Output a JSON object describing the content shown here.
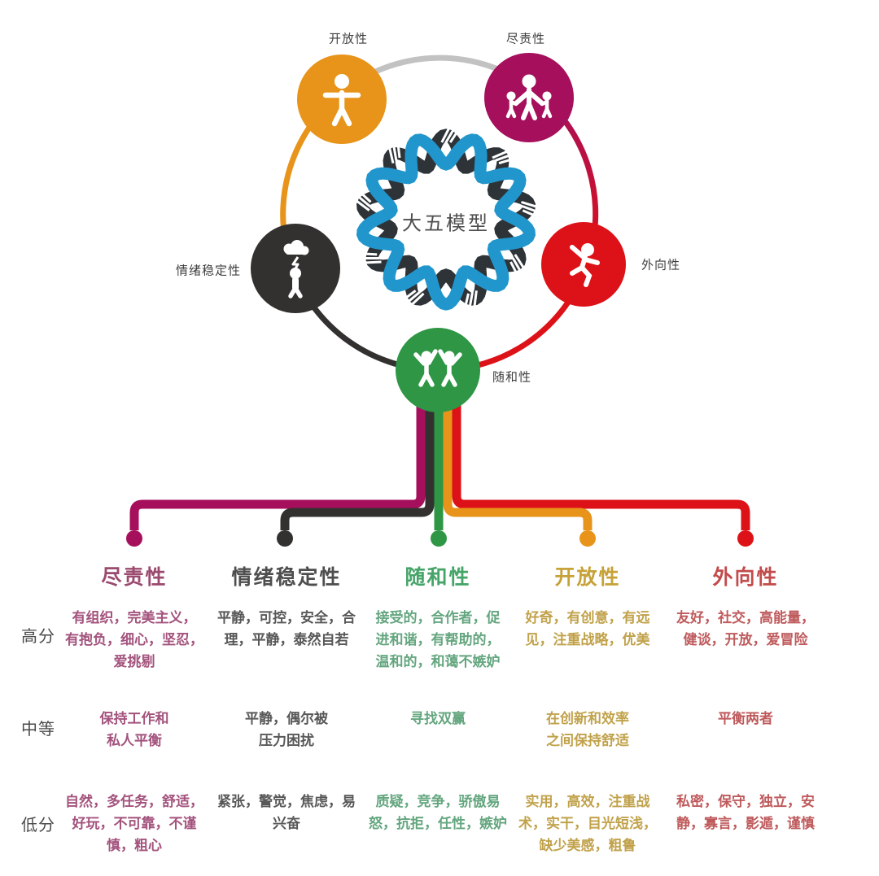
{
  "model": {
    "center_label": "大五模型"
  },
  "colors": {
    "dna_blue": "#2196cc",
    "dna_dark": "#2e3338",
    "ring_gray": "#c2c2c2",
    "text_dark": "#4a4a4a"
  },
  "traits": [
    {
      "id": "openness",
      "label": "开放性",
      "color": "#e8941a"
    },
    {
      "id": "conscientiousness",
      "label": "尽责性",
      "color": "#a50f5c"
    },
    {
      "id": "emotional-stability",
      "label": "情绪稳定性",
      "color": "#33312f"
    },
    {
      "id": "extraversion",
      "label": "外向性",
      "color": "#dd1218"
    },
    {
      "id": "agreeableness",
      "label": "随和性",
      "color": "#2e9644"
    }
  ],
  "rows": [
    {
      "label": "高分"
    },
    {
      "label": "中等"
    },
    {
      "label": "低分"
    }
  ],
  "columns": [
    {
      "label": "尽责性",
      "header_color": "#9a4a6e",
      "text_color": "#a3537d",
      "high": "有组织，完美主义，\n有抱负，细心，坚忍，\n爱挑剔",
      "mid": "保持工作和\n私人平衡",
      "low": "自然，多任务，舒适，\n好玩，不可靠，不谨\n慎，粗心"
    },
    {
      "label": "情绪稳定性",
      "header_color": "#4e4e4e",
      "text_color": "#585858",
      "high": "平静，可控，安全，合\n理，平静，泰然自若",
      "mid": "平静，偶尔被\n压力困扰",
      "low": "紧张，警觉，焦虑，易\n兴奋"
    },
    {
      "label": "随和性",
      "header_color": "#45a468",
      "text_color": "#64a67f",
      "high": "接受的，合作者，促\n进和谐，有帮助的，\n温和的，和蔼不嫉妒",
      "mid": "寻找双赢",
      "low": "质疑，竞争，骄傲易\n怒，抗拒，任性，嫉妒"
    },
    {
      "label": "开放性",
      "header_color": "#c6a238",
      "text_color": "#c1a24b",
      "high": "好奇，有创意，有远\n见，注重战略，优美",
      "mid": "在创新和效率\n之间保持舒适",
      "low": "实用，高效，注重战\n术，实干，目光短浅，\n缺少美感，粗鲁"
    },
    {
      "label": "外向性",
      "header_color": "#c24b4b",
      "text_color": "#bf5a5c",
      "high": "友好，社交，高能量，\n健谈，开放，爱冒险",
      "mid": "平衡两者",
      "low": "私密，保守，独立，安\n静，寡言，影遁，谨慎"
    }
  ]
}
